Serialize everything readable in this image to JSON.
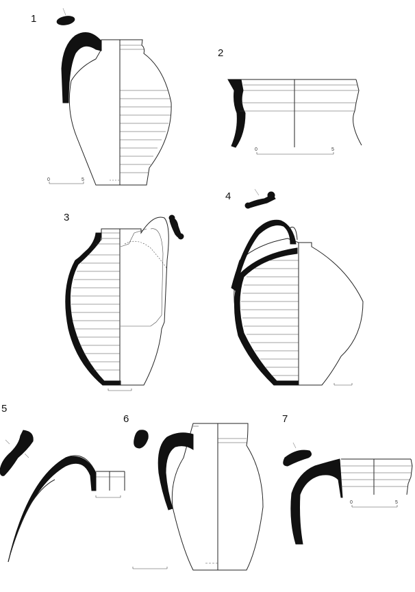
{
  "figure": {
    "labels": [
      "1",
      "2",
      "3",
      "4",
      "5",
      "6",
      "7"
    ],
    "scale_text": {
      "v1_start": "0",
      "v1_end": "5",
      "v2_start": "0",
      "v2_end": "5",
      "v7_start": "0",
      "v7_end": "5"
    }
  }
}
